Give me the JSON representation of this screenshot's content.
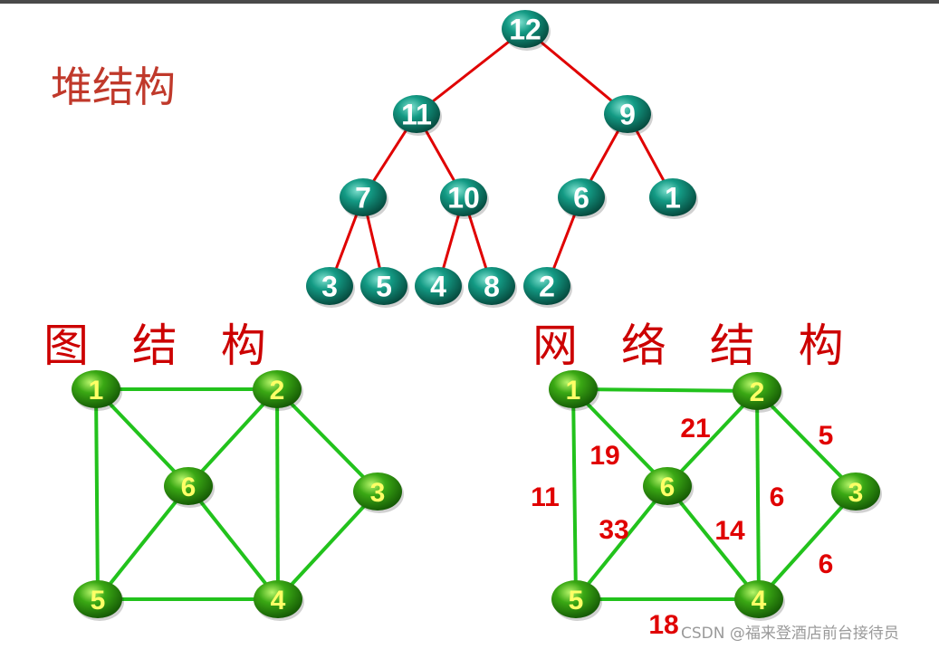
{
  "titles": {
    "heap": "堆结构",
    "graph": "图 结 构",
    "network": "网 络 结 构"
  },
  "watermark": "CSDN @福来登酒店前台接待员",
  "colors": {
    "heap_title": "#c0392b",
    "section_title": "#cc0000",
    "heap_edge": "#e00000",
    "graph_edge": "#22c21c",
    "heap_node": "#0e8270",
    "graph_node": "#2f9e14",
    "heap_label": "#ffffff",
    "graph_label": "#ffff66",
    "weight": "#e00000"
  },
  "heap": {
    "nodes": [
      {
        "id": "root",
        "label": "12"
      },
      {
        "id": "l",
        "label": "11"
      },
      {
        "id": "r",
        "label": "9"
      },
      {
        "id": "ll",
        "label": "7"
      },
      {
        "id": "lr",
        "label": "10"
      },
      {
        "id": "rl",
        "label": "6"
      },
      {
        "id": "rr",
        "label": "1"
      },
      {
        "id": "lll",
        "label": "3"
      },
      {
        "id": "llr",
        "label": "5"
      },
      {
        "id": "lrl",
        "label": "4"
      },
      {
        "id": "lrr",
        "label": "8"
      },
      {
        "id": "rll",
        "label": "2"
      }
    ],
    "edges": [
      [
        "root",
        "l"
      ],
      [
        "root",
        "r"
      ],
      [
        "l",
        "ll"
      ],
      [
        "l",
        "lr"
      ],
      [
        "r",
        "rl"
      ],
      [
        "r",
        "rr"
      ],
      [
        "ll",
        "lll"
      ],
      [
        "ll",
        "llr"
      ],
      [
        "lr",
        "lrl"
      ],
      [
        "lr",
        "lrr"
      ],
      [
        "rl",
        "rll"
      ]
    ]
  },
  "graph": {
    "nodes": [
      {
        "id": "1",
        "label": "1"
      },
      {
        "id": "2",
        "label": "2"
      },
      {
        "id": "3",
        "label": "3"
      },
      {
        "id": "4",
        "label": "4"
      },
      {
        "id": "5",
        "label": "5"
      },
      {
        "id": "6",
        "label": "6"
      }
    ],
    "edges": [
      [
        "1",
        "2"
      ],
      [
        "1",
        "5"
      ],
      [
        "1",
        "6"
      ],
      [
        "2",
        "6"
      ],
      [
        "2",
        "4"
      ],
      [
        "2",
        "3"
      ],
      [
        "3",
        "4"
      ],
      [
        "5",
        "4"
      ],
      [
        "5",
        "6"
      ],
      [
        "6",
        "4"
      ]
    ]
  },
  "network": {
    "nodes": [
      {
        "id": "1",
        "label": "1"
      },
      {
        "id": "2",
        "label": "2"
      },
      {
        "id": "3",
        "label": "3"
      },
      {
        "id": "4",
        "label": "4"
      },
      {
        "id": "5",
        "label": "5"
      },
      {
        "id": "6",
        "label": "6"
      }
    ],
    "edges": [
      {
        "from": "1",
        "to": "2",
        "weight": ""
      },
      {
        "from": "1",
        "to": "5",
        "weight": "11"
      },
      {
        "from": "1",
        "to": "6",
        "weight": "19"
      },
      {
        "from": "2",
        "to": "6",
        "weight": "21"
      },
      {
        "from": "2",
        "to": "4",
        "weight": "6"
      },
      {
        "from": "2",
        "to": "3",
        "weight": "5"
      },
      {
        "from": "3",
        "to": "4",
        "weight": "6"
      },
      {
        "from": "5",
        "to": "4",
        "weight": "18"
      },
      {
        "from": "5",
        "to": "6",
        "weight": "33"
      },
      {
        "from": "6",
        "to": "4",
        "weight": "14"
      }
    ]
  }
}
